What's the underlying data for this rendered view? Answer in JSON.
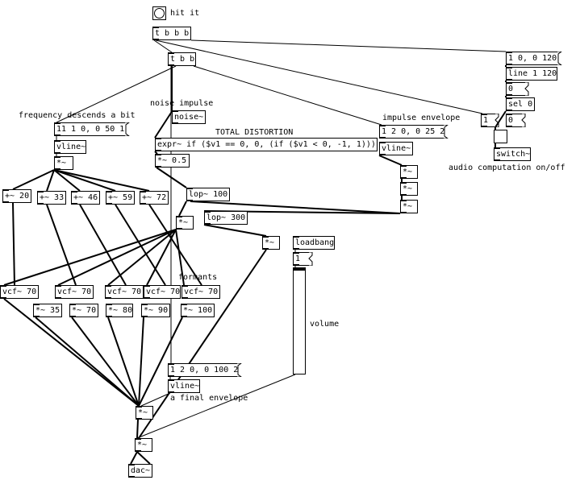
{
  "patch": {
    "comments": {
      "hit_it": "hit it",
      "noise_impulse": "noise impulse",
      "frequency_descends": "frequency descends a bit",
      "total_distortion": "TOTAL DISTORTION",
      "impulse_envelope": "impulse envelope",
      "audio_computation": "audio computation on/off",
      "formants": "formants",
      "volume": "volume",
      "final_envelope": "a final envelope"
    },
    "objects": {
      "trigger_bbb": "t b b b",
      "trigger_bb": "t b b",
      "noise": "noise~",
      "expr": "expr~ if ($v1 == 0, 0, (if ($v1 < 0, -1, 1)))",
      "mul_05": "*~ 0.5",
      "vline_freq": "vline~",
      "mul_freq": "*~",
      "add_20": "+~ 20",
      "add_33": "+~ 33",
      "add_46": "+~ 46",
      "add_59": "+~ 59",
      "add_72": "+~ 72",
      "lop_100": "lop~ 100",
      "lop_300": "lop~ 300",
      "mul_exc": "*~",
      "vline_imp": "vline~",
      "mul_imp1": "*~",
      "mul_imp2": "*~",
      "mul_imp3": "*~",
      "mul_vol": "*~",
      "loadbang": "loadbang",
      "vcf_1": "vcf~ 70",
      "vcf_2": "vcf~ 70",
      "vcf_3": "vcf~ 70",
      "vcf_4": "vcf~ 70",
      "vcf_5": "vcf~ 70",
      "mul_35": "*~ 35",
      "mul_70": "*~ 70",
      "mul_80": "*~ 80",
      "mul_90": "*~ 90",
      "mul_100": "*~ 100",
      "vline_final": "vline~",
      "mul_sum": "*~",
      "mul_out": "*~",
      "dac": "dac~",
      "line_120": "line 1 120",
      "sel_0": "sel 0",
      "switch": "switch~"
    },
    "messages": {
      "freq_env": "11 1 0, 0 50 1",
      "imp_env": "1 2 0, 0 25 2",
      "final_env": "1 2 0, 0 100 2",
      "ramp": "1 0, 0 120",
      "loadbang_val": "1"
    },
    "numbers": {
      "line_out": "0",
      "sel_right": "0",
      "toggle_num": "1"
    },
    "volume_slider_level": 1.0
  }
}
